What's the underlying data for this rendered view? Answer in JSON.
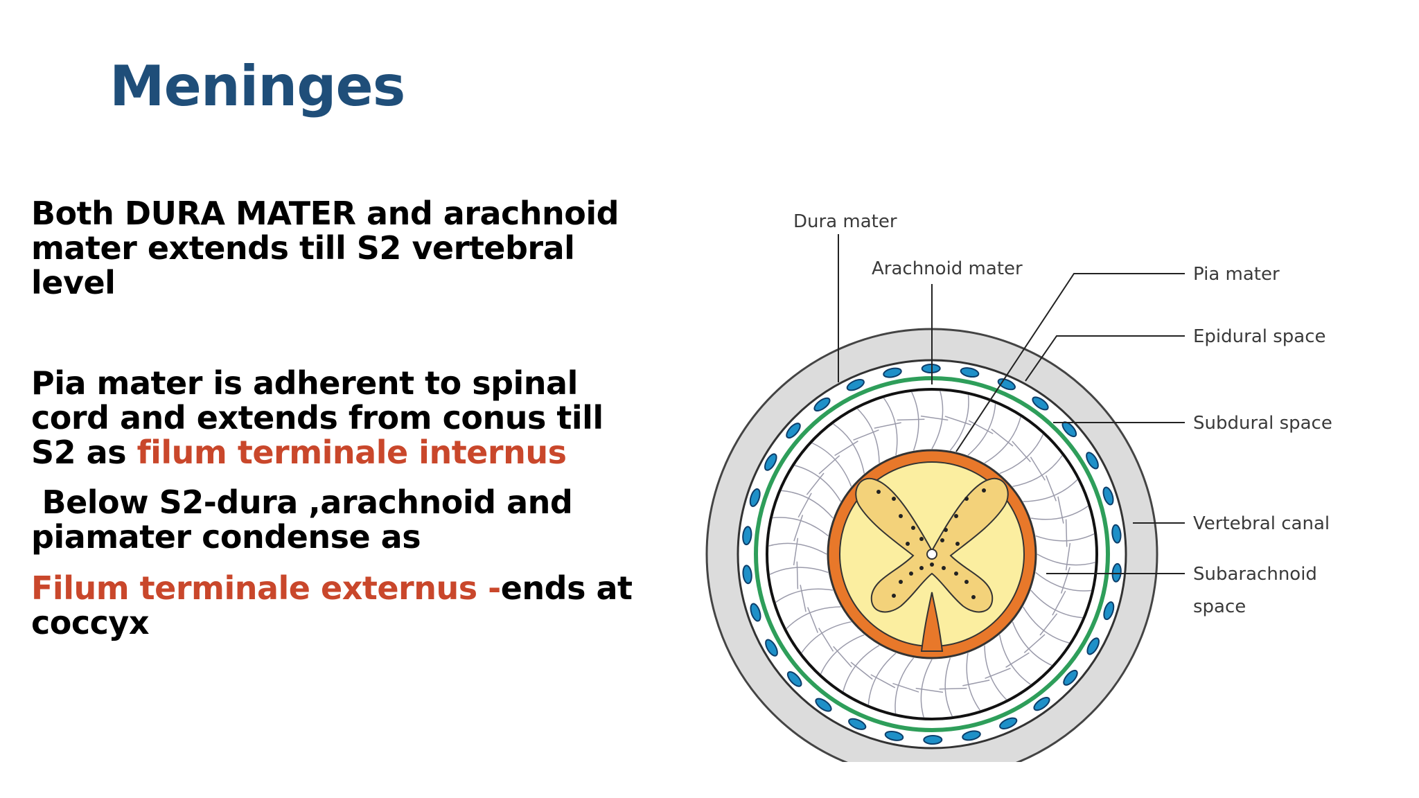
{
  "slide": {
    "title": "Meninges",
    "p1": "Both DURA MATER and arachnoid mater extends till S2 vertebral level",
    "p2_prefix": "Pia mater is adherent to spinal cord and extends from conus till S2 as ",
    "p2_highlight": "filum terminale internus",
    "p3": "Below S2-dura ,arachnoid and piamater condense as",
    "p4_highlight": "Filum terminale externus -",
    "p4_suffix": "ends at coccyx"
  },
  "diagram": {
    "labels": {
      "dura": "Dura mater",
      "arachnoid": "Arachnoid mater",
      "pia": "Pia mater",
      "epidural": "Epidural space",
      "subdural": "Subdural space",
      "vertebral": "Vertebral canal",
      "subarachnoid_1": "Subarachnoid",
      "subarachnoid_2": "space"
    }
  },
  "colors": {
    "title": "#1f4e79",
    "highlight": "#c9472b",
    "vertebral_canal": "#dcdcdc",
    "dura_line": "#2e9e5a",
    "vessel": "#1e90c8",
    "pia_ring": "#e8782a",
    "cord": "#fbeea0",
    "grey_matter": "#f3d27a"
  }
}
